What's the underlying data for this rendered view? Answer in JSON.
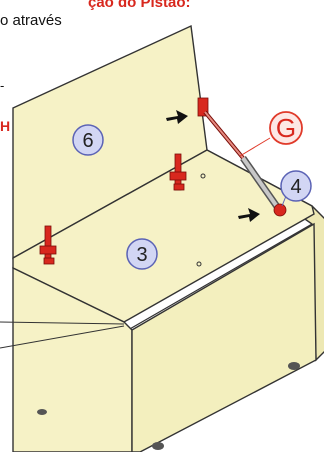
{
  "header": {
    "title_fragment": "ção do Pistão:",
    "body_fragment": "o através"
  },
  "left_edge": {
    "dash": "-",
    "red_letter": "H"
  },
  "callouts": {
    "lid_panel": "6",
    "front_panel": "3",
    "side_part": "4",
    "piston": "G"
  },
  "colors": {
    "panel_fill": "#f6f2c6",
    "outline": "#333333",
    "hinge_red": "#d8281e",
    "callout_circle_fill": "#d2d6f4",
    "callout_circle_stroke": "#5b63b5",
    "piston_label_stroke": "#e03a2a"
  }
}
